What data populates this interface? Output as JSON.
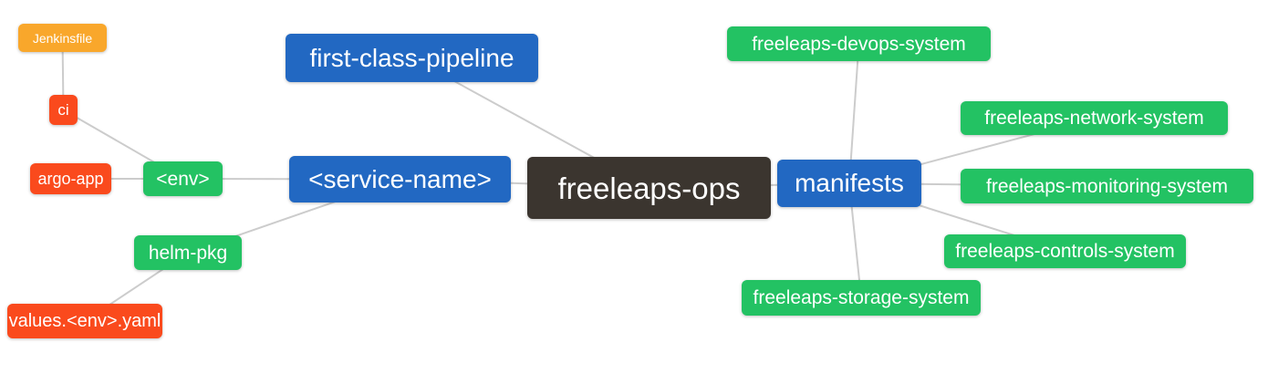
{
  "diagram": {
    "type": "mindmap",
    "root_label": "freeleaps-ops",
    "colors": {
      "root_bg": "#3b352f",
      "branch_blue": "#2268c2",
      "leaf_green": "#23c263",
      "leaf_red": "#fa4a1d",
      "leaf_orange": "#f9a72b",
      "edge": "#cccccc",
      "text": "#ffffff",
      "background": "#ffffff"
    },
    "nodes": [
      {
        "id": "jenkinsfile",
        "label": "Jenkinsfile",
        "color": "#f9a72b"
      },
      {
        "id": "ci",
        "label": "ci",
        "color": "#fa4a1d"
      },
      {
        "id": "argo-app",
        "label": "argo-app",
        "color": "#fa4a1d"
      },
      {
        "id": "env",
        "label": "<env>",
        "color": "#23c263"
      },
      {
        "id": "helm-pkg",
        "label": "helm-pkg",
        "color": "#23c263"
      },
      {
        "id": "values-env-yaml",
        "label": "values.<env>.yaml",
        "color": "#fa4a1d"
      },
      {
        "id": "first-class-pipeline",
        "label": "first-class-pipeline",
        "color": "#2268c2"
      },
      {
        "id": "service-name",
        "label": "<service-name>",
        "color": "#2268c2"
      },
      {
        "id": "freeleaps-ops",
        "label": "freeleaps-ops",
        "color": "#3b352f"
      },
      {
        "id": "manifests",
        "label": "manifests",
        "color": "#2268c2"
      },
      {
        "id": "freeleaps-devops-system",
        "label": "freeleaps-devops-system",
        "color": "#23c263"
      },
      {
        "id": "freeleaps-network-system",
        "label": "freeleaps-network-system",
        "color": "#23c263"
      },
      {
        "id": "freeleaps-monitoring-system",
        "label": "freeleaps-monitoring-system",
        "color": "#23c263"
      },
      {
        "id": "freeleaps-controls-system",
        "label": "freeleaps-controls-system",
        "color": "#23c263"
      },
      {
        "id": "freeleaps-storage-system",
        "label": "freeleaps-storage-system",
        "color": "#23c263"
      }
    ],
    "edges": [
      [
        "jenkinsfile",
        "ci"
      ],
      [
        "ci",
        "env"
      ],
      [
        "argo-app",
        "env"
      ],
      [
        "env",
        "service-name"
      ],
      [
        "helm-pkg",
        "service-name"
      ],
      [
        "values-env-yaml",
        "helm-pkg"
      ],
      [
        "first-class-pipeline",
        "freeleaps-ops"
      ],
      [
        "service-name",
        "freeleaps-ops"
      ],
      [
        "freeleaps-ops",
        "manifests"
      ],
      [
        "manifests",
        "freeleaps-devops-system"
      ],
      [
        "manifests",
        "freeleaps-network-system"
      ],
      [
        "manifests",
        "freeleaps-monitoring-system"
      ],
      [
        "manifests",
        "freeleaps-controls-system"
      ],
      [
        "manifests",
        "freeleaps-storage-system"
      ]
    ]
  }
}
